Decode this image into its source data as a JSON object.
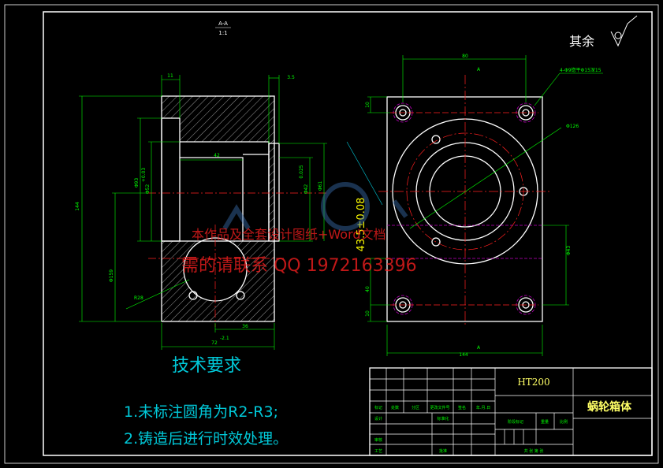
{
  "section_label": {
    "name": "A-A",
    "scale": "1:1"
  },
  "roughness_note": "其余",
  "dimensions": {
    "top_11": "11",
    "top_3_5": "3.5",
    "width_42": "42",
    "height_144": "144",
    "phi93": "Φ93",
    "phi52": "Φ52",
    "phi52_tol": "+0.03",
    "phi42": "Φ42",
    "phi42_tol": "0.025",
    "phi61": "Φ61",
    "phi159": "Φ159",
    "r28": "R28",
    "width_36": "36",
    "bottom_72": "72",
    "bottom_72_tol": "-2.1",
    "right_80": "80",
    "right_10_top": "10",
    "right_10_bottom": "10",
    "right_40": "40",
    "holes": "4-Φ9锪平Φ15深15",
    "phi126": "Φ126",
    "phi43": "Φ43",
    "center_height": "43.5±0.08",
    "bottom_144": "144",
    "section_mark_top": "A",
    "section_mark_bottom": "A"
  },
  "tech_requirements": {
    "title": "技术要求",
    "items": [
      "1.未标注圆角为R2-R3;",
      "2.铸造后进行时效处理。"
    ]
  },
  "title_block": {
    "material": "HT200",
    "part_name": "蜗轮箱体",
    "labels": {
      "mark": "标记",
      "count": "处数",
      "zone": "分区",
      "change_doc": "更改文件号",
      "sign": "签名",
      "date": "年.月.日",
      "design": "设计",
      "standardize": "标准化",
      "stage_mark": "阶段标记",
      "weight": "重量",
      "ratio": "比例",
      "review": "审核",
      "process": "工艺",
      "approve": "批准",
      "sheets": "共  张  第  张"
    }
  },
  "watermark": {
    "line1": "本作品及全套设计图纸+Word文档",
    "line2": "需的请联系 QQ 1972163396"
  },
  "colors": {
    "outline": "#ffffff",
    "dimension": "#00ff00",
    "centerline": "#ff2020",
    "hidden": "#c000c0",
    "text_cyan": "#00c8d8",
    "watermark": "#ff2020"
  }
}
